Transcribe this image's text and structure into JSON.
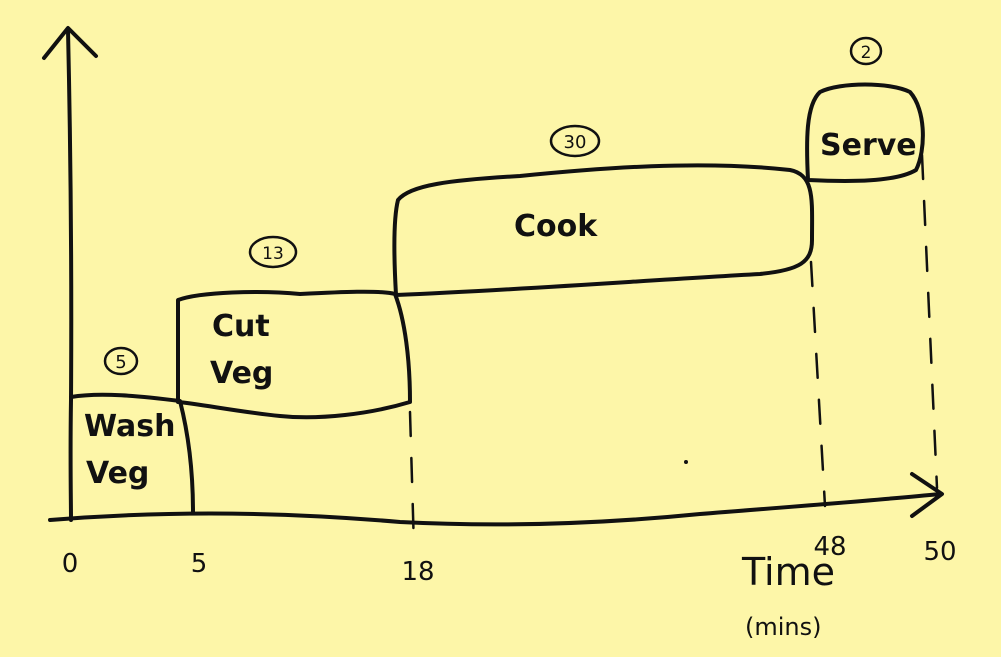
{
  "chart_data": {
    "type": "diagram",
    "tasks": [
      {
        "name_line1": "Wash",
        "name_line2": "Veg",
        "duration": "5",
        "start": 0,
        "end": 5
      },
      {
        "name_line1": "Cut",
        "name_line2": "Veg",
        "duration": "13",
        "start": 5,
        "end": 18
      },
      {
        "name_line1": "Cook",
        "name_line2": "",
        "duration": "30",
        "start": 18,
        "end": 48
      },
      {
        "name_line1": "Serve",
        "name_line2": "",
        "duration": "2",
        "start": 48,
        "end": 50
      }
    ],
    "x_ticks": [
      "0",
      "5",
      "18",
      "48",
      "50"
    ],
    "xlabel": "Time",
    "xunit": "(mins)"
  }
}
